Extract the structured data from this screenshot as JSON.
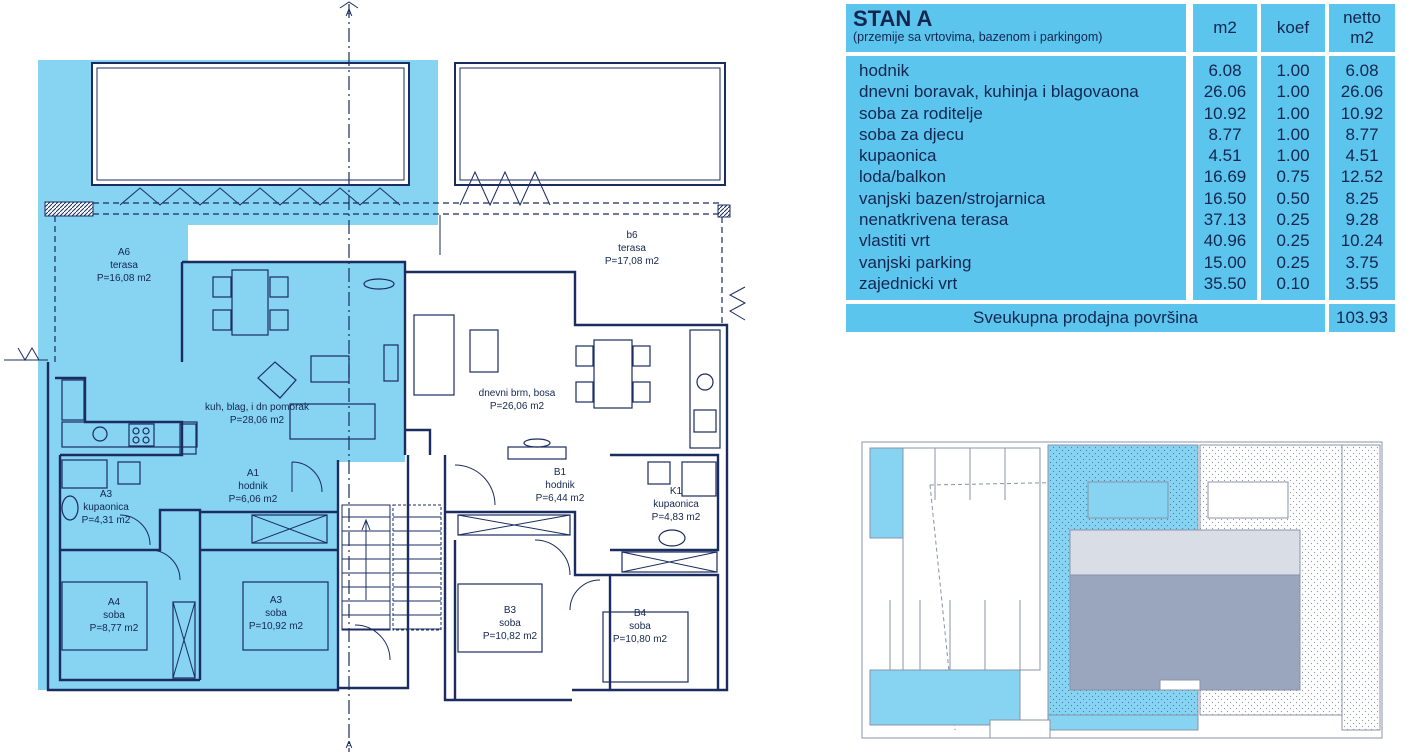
{
  "floor_plan": {
    "rooms": [
      {
        "id": "A6",
        "name": "terasa",
        "area": "P=16,08 m2"
      },
      {
        "id": "b6",
        "name": "terasa",
        "area": "P=17,08 m2"
      },
      {
        "id": "",
        "name": "kuh, blag, i dn pomorak",
        "area": "P=28,06 m2"
      },
      {
        "id": "",
        "name": "dnevni brm, bosa",
        "area": "P=26,06 m2"
      },
      {
        "id": "A1",
        "name": "hodnik",
        "area": "P=6,06 m2"
      },
      {
        "id": "B1",
        "name": "hodnik",
        "area": "P=6,44 m2"
      },
      {
        "id": "A3",
        "name": "kupaonica",
        "area": "P=4,31 m2"
      },
      {
        "id": "K1",
        "name": "kupaonica",
        "area": "P=4,83 m2"
      },
      {
        "id": "A4",
        "name": "soba",
        "area": "P=8,77 m2"
      },
      {
        "id": "A3",
        "name": "soba",
        "area": "P=10,92 m2"
      },
      {
        "id": "B3",
        "name": "soba",
        "area": "P=10,82 m2"
      },
      {
        "id": "B4",
        "name": "soba",
        "area": "P=10,80 m2"
      }
    ],
    "section_marker": "A",
    "highlight_color": "#86d3f2",
    "line_color": "#1a2c60"
  },
  "table": {
    "title": "STAN A",
    "subtitle": "(przemije sa vrtovima, bazenom i parkingom)",
    "col_m2": "m2",
    "col_koef": "koef",
    "col_netto_1": "netto",
    "col_netto_2": "m2",
    "rows": [
      {
        "name": "hodnik",
        "m2": "6.08",
        "koef": "1.00",
        "netto": "6.08"
      },
      {
        "name": "dnevni boravak, kuhinja i blagovaona",
        "m2": "26.06",
        "koef": "1.00",
        "netto": "26.06"
      },
      {
        "name": "soba za roditelje",
        "m2": "10.92",
        "koef": "1.00",
        "netto": "10.92"
      },
      {
        "name": "soba za djecu",
        "m2": "8.77",
        "koef": "1.00",
        "netto": "8.77"
      },
      {
        "name": "kupaonica",
        "m2": "4.51",
        "koef": "1.00",
        "netto": "4.51"
      },
      {
        "name": "loda/balkon",
        "m2": "16.69",
        "koef": "0.75",
        "netto": "12.52"
      },
      {
        "name": "vanjski bazen/strojarnica",
        "m2": "16.50",
        "koef": "0.50",
        "netto": "8.25"
      },
      {
        "name": "nenatkrivena terasa",
        "m2": "37.13",
        "koef": "0.25",
        "netto": "9.28"
      },
      {
        "name": "vlastiti vrt",
        "m2": "40.96",
        "koef": "0.25",
        "netto": "10.24"
      },
      {
        "name": "vanjski parking",
        "m2": "15.00",
        "koef": "0.25",
        "netto": "3.75"
      },
      {
        "name": "zajednicki vrt",
        "m2": "35.50",
        "koef": "0.10",
        "netto": "3.55"
      }
    ],
    "total_label": "Sveukupna prodajna površina",
    "total_value": "103.93",
    "fill_color": "#5bc5ee"
  },
  "site_plan": {
    "water_color": "#86d3f2",
    "building_color": "#9aa6bd"
  }
}
